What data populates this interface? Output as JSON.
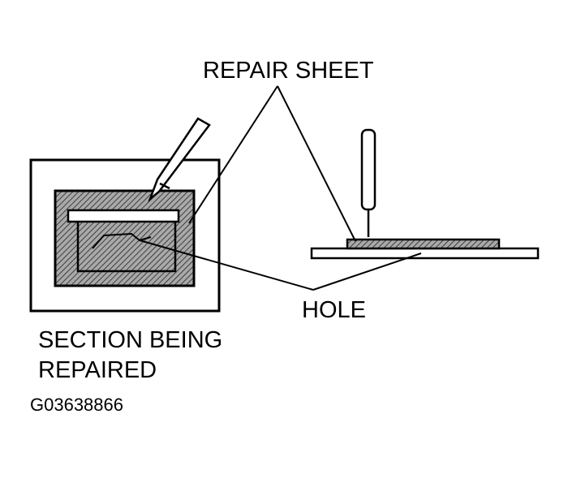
{
  "labels": {
    "repair_sheet": "REPAIR SHEET",
    "hole": "HOLE",
    "section_line1": "SECTION BEING",
    "section_line2": "REPAIRED",
    "figure_code": "G03638866"
  }
}
